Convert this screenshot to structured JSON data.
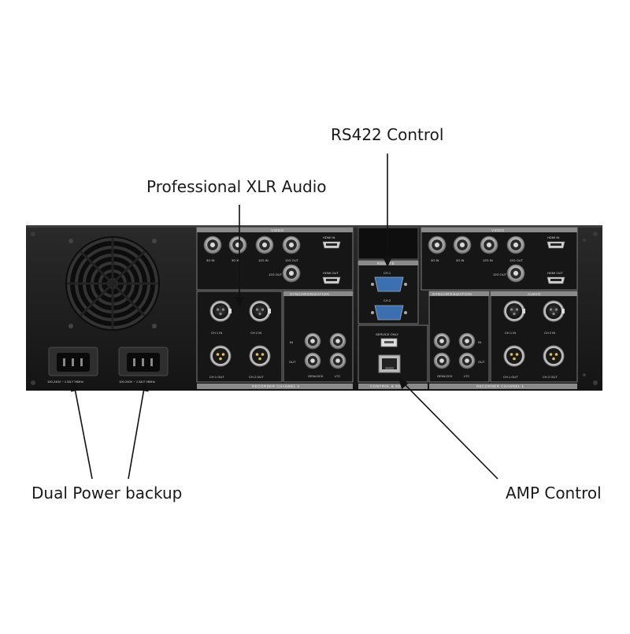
{
  "callouts": {
    "rs422": "RS422 Control",
    "xlr": "Professional XLR Audio",
    "power": "Dual Power backup",
    "amp": "AMP Control"
  },
  "panel": {
    "sections": {
      "video_left": "VIDEO",
      "video_right": "VIDEO",
      "sync_left": "SYNCHRONIZATION",
      "sync_right": "SYNCHRONIZATION",
      "audio_right": "AUDIO",
      "recorder_ch2": "RECORDER CHANNEL 2",
      "recorder_ch1": "RECORDER CHANNEL 1",
      "control_sdi": "CONTROL & SDI",
      "remote": "REMOTE"
    },
    "video_ports": [
      "3G IN",
      "3G IN",
      "12G IN",
      "12G OUT",
      "12G OUT"
    ],
    "hdmi": {
      "in": "HDMI IN",
      "out": "HDMI OUT"
    },
    "audio_ports": {
      "ch1_in": "CH 1 IN",
      "ch2_in": "CH 2 IN",
      "ch1_out": "CH 1 OUT",
      "ch2_out": "CH 2 OUT"
    },
    "sync_ports": {
      "in": "IN",
      "out": "OUT",
      "genlock": "GENLOCK",
      "ltc": "LTC"
    },
    "remote_ports": {
      "ch1": "CH 1",
      "ch2": "CH 2"
    },
    "service": "SERVICE ONLY",
    "power_rating": "100-240V ~ 1.5A 50/60Hz"
  }
}
